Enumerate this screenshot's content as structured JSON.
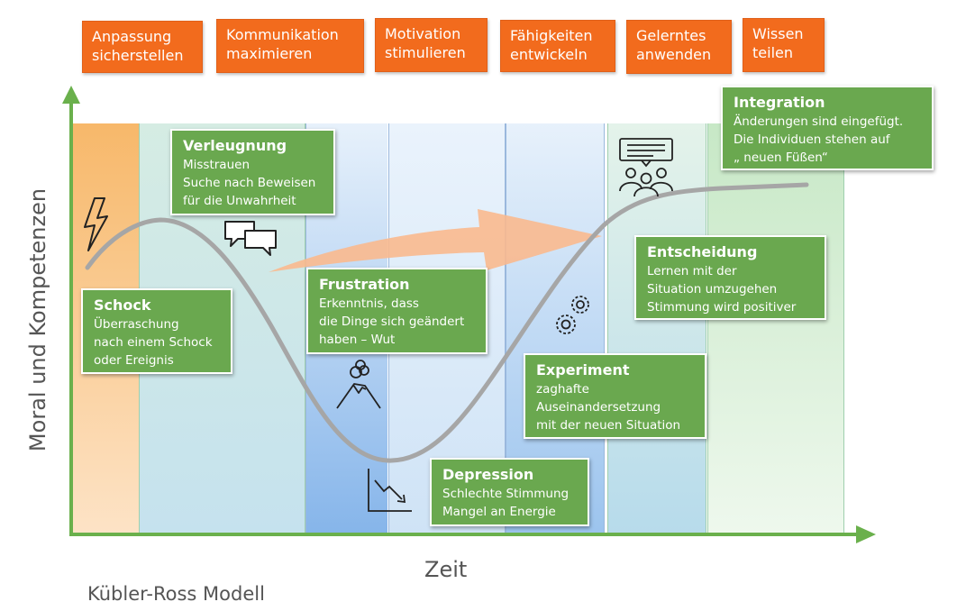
{
  "top_labels": [
    [
      "Anpassung",
      "sicherstellen"
    ],
    [
      "Kommunikation",
      "maximieren"
    ],
    [
      "Motivation",
      "stimulieren"
    ],
    [
      "Fähigkeiten",
      "entwickeln"
    ],
    [
      "Gelerntes",
      "anwenden"
    ],
    [
      "Wissen",
      "teilen"
    ]
  ],
  "stages": {
    "schock": {
      "title": "Schock",
      "lines": [
        "Überraschung",
        "nach einem Schock",
        "oder Ereignis"
      ]
    },
    "verleugnung": {
      "title": "Verleugnung",
      "lines": [
        "Misstrauen",
        "Suche nach Beweisen",
        "für die Unwahrheit"
      ]
    },
    "frustration": {
      "title": "Frustration",
      "lines": [
        "Erkenntnis, dass",
        "die Dinge sich geändert",
        "haben –  Wut"
      ]
    },
    "depression": {
      "title": "Depression",
      "lines": [
        "Schlechte Stimmung",
        "Mangel an Energie"
      ]
    },
    "experiment": {
      "title": "Experiment",
      "lines": [
        "zaghafte",
        "Auseinandersetzung",
        "mit der neuen  Situation"
      ]
    },
    "entscheidung": {
      "title": "Entscheidung",
      "lines": [
        "Lernen mit der",
        "Situation umzugehen",
        "Stimmung  wird positiver"
      ]
    },
    "integration": {
      "title": "Integration",
      "lines": [
        "Änderungen sind  eingefügt.",
        "Die Individuen stehen auf",
        "„ neuen Füßen“"
      ]
    }
  },
  "y_axis_label": "Moral und Kompetenzen",
  "x_axis_label": "Zeit",
  "caption": "Kübler-Ross Modell",
  "colors": {
    "orange": "#f26b1d",
    "green": "#6aa84f",
    "curve": "#a6a6a6",
    "arrow_green": "#6ab04c",
    "big_arrow": "#f9b98e"
  },
  "icons": [
    "lightning-icon",
    "speech-bubbles-icon",
    "volcano-icon",
    "declining-chart-icon",
    "gears-icon",
    "presentation-team-icon"
  ]
}
